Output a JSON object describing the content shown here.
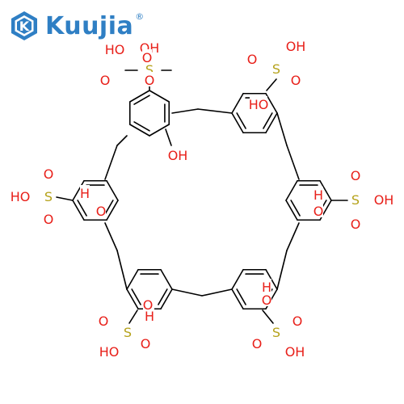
{
  "brand": {
    "name": "Kuujia",
    "registered": "®",
    "color": "#2f7fc4"
  },
  "colors": {
    "bond": "#000000",
    "oxygen": "#e8201a",
    "sulfur": "#b5a21a",
    "hydrogen": "#e8201a"
  },
  "labels": {
    "oh": "OH",
    "ho": "HO",
    "s": "S",
    "o": "O",
    "h": "H"
  }
}
